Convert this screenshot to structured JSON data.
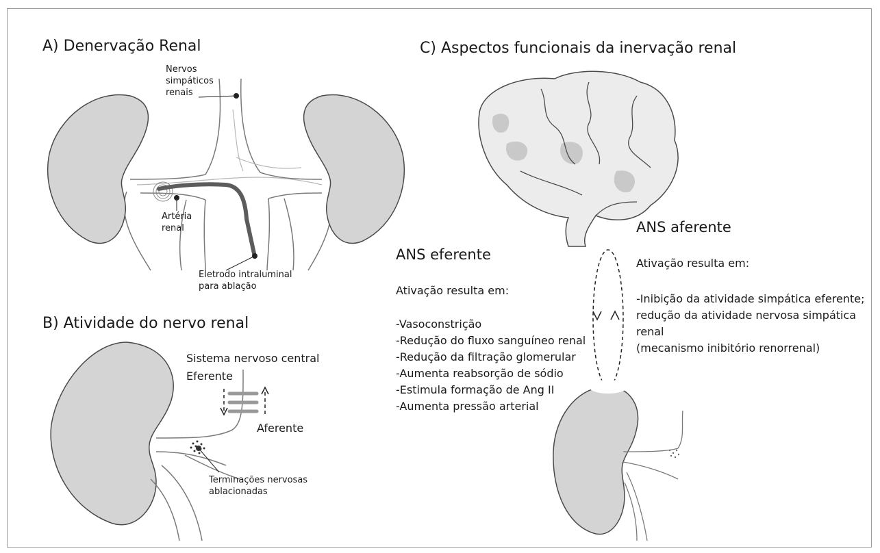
{
  "panel_a": {
    "title": "A) Denervação Renal",
    "nerves_label": [
      "Nervos",
      "simpáticos",
      "renais"
    ],
    "artery_label": [
      "Artéria",
      "renal"
    ],
    "electrode_label": [
      "Eletrodo intraluminal",
      "para ablação"
    ]
  },
  "panel_b": {
    "title": "B) Atividade do nervo renal",
    "cns_label": "Sistema nervoso central",
    "efferent_label": "Eferente",
    "afferent_label": "Aferente",
    "endings_label": [
      "Terminações nervosas",
      "ablacionadas"
    ]
  },
  "panel_c": {
    "title": "C) Aspectos funcionais da inervação renal",
    "efferent": {
      "heading": "ANS eferente",
      "intro": "Ativação resulta em:",
      "items": [
        "-Vasoconstrição",
        "-Redução do fluxo sanguíneo renal",
        "-Redução da filtração glomerular",
        "-Aumenta reabsorção de sódio",
        "-Estimula formação de Ang II",
        "-Aumenta pressão arterial"
      ]
    },
    "afferent": {
      "heading": "ANS aferente",
      "intro": "Ativação resulta em:",
      "items": [
        "-Inibição da atividade simpática eferente;",
        "redução da atividade nervosa simpática",
        "renal",
        "(mecanismo inibitório renorrenal)"
      ]
    }
  },
  "colors": {
    "kidney_fill": "#d4d4d4",
    "brain_fill": "#ececec",
    "brain_patch": "#c9c9c9",
    "outline": "#4a4a4a",
    "electrode": "#5c5c5c"
  },
  "icons": [
    "kidney",
    "brain",
    "nerve-fibers",
    "dashed-arrow"
  ]
}
